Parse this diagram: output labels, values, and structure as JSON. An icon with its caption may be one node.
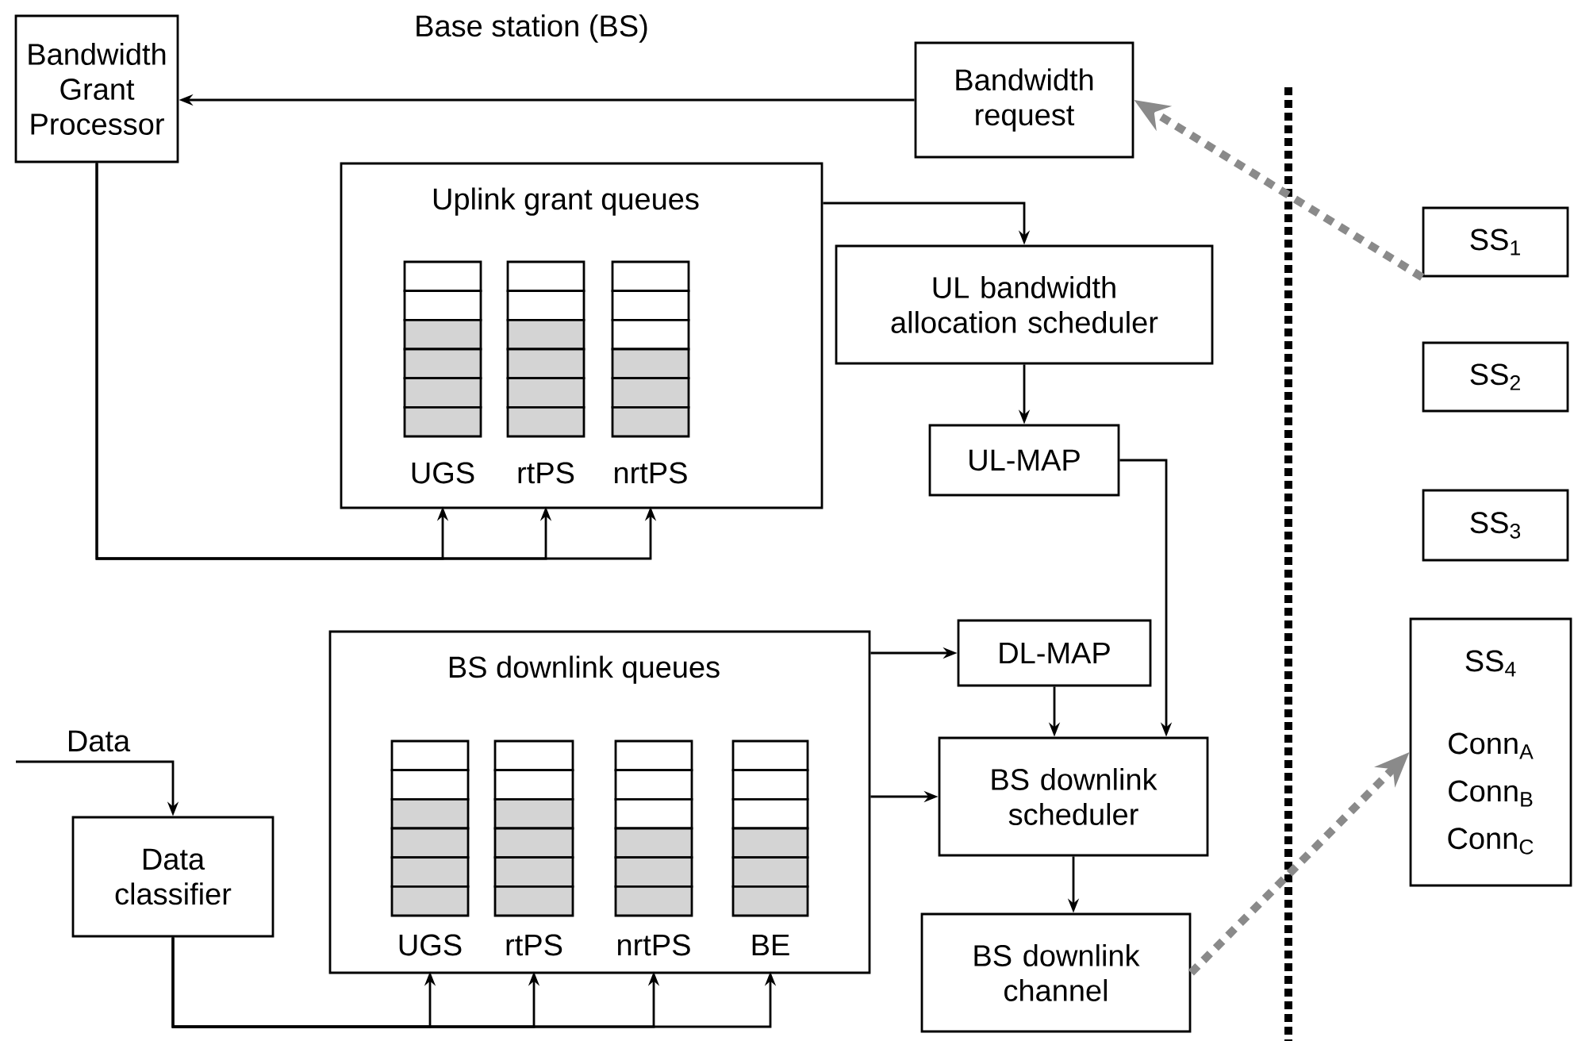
{
  "diagram": {
    "nodes": [
      {
        "text": [
          "Bandwidth Grant Processor"
        ]
      },
      {
        "text": [
          "Bandwidth request"
        ]
      },
      {
        "text": [
          "Uplink grant queues"
        ]
      },
      {
        "text": [
          "UGS"
        ],
        "in": 2
      },
      {
        "text": [
          "rtPS"
        ],
        "in": 2
      },
      {
        "text": [
          "nrtPS"
        ],
        "in": 2
      },
      {
        "text": [
          "UL bandwidth allocation scheduler"
        ]
      },
      {
        "text": [
          "UL-MAP"
        ]
      },
      {
        "text": [
          "BS downlink queues"
        ]
      },
      {
        "text": [
          "UGS"
        ],
        "in": 8
      },
      {
        "text": [
          "rtPS"
        ],
        "in": 8
      },
      {
        "text": [
          "nrtPS"
        ],
        "in": 8
      },
      {
        "text": [
          "BE"
        ],
        "in": 8
      },
      {
        "text": [
          "DL-MAP"
        ]
      },
      {
        "text": [
          "BS downlink scheduler"
        ]
      },
      {
        "text": [
          "Data classifier"
        ]
      },
      {
        "text": [
          "BS downlink channel"
        ]
      },
      {
        "text": [
          "SS$_{1}$"
        ]
      },
      {
        "text": [
          "SS$_{2}$"
        ]
      },
      {
        "text": [
          "SS$_{3}$"
        ]
      },
      {
        "text": [
          "SS$_{4}$",
          "Conn$_{A}$",
          "Conn$_{B}$",
          "Conn$_{C}$"
        ]
      }
    ],
    "edges": [
      {
        "from": 1,
        "to": 0,
        "arrow": "to"
      },
      {
        "from": 0,
        "to": 3,
        "arrow": "to"
      },
      {
        "from": 0,
        "to": 4,
        "arrow": "to"
      },
      {
        "from": 0,
        "to": 5,
        "arrow": "to"
      },
      {
        "from": 2,
        "to": 6,
        "arrow": "to"
      },
      {
        "from": 6,
        "to": 7,
        "arrow": "to"
      },
      {
        "from": 7,
        "to": 14,
        "arrow": "to"
      },
      {
        "from": 8,
        "to": 13,
        "arrow": "to"
      },
      {
        "from": 8,
        "to": 14,
        "arrow": "to"
      },
      {
        "from": 13,
        "to": 14,
        "arrow": "to"
      },
      {
        "from": 14,
        "to": 16,
        "arrow": "to"
      },
      {
        "from": null,
        "to": 15,
        "arrow": "to",
        "label": "Data"
      },
      {
        "from": 15,
        "to": 9,
        "arrow": "to"
      },
      {
        "from": 15,
        "to": 10,
        "arrow": "to"
      },
      {
        "from": 15,
        "to": 11,
        "arrow": "to"
      },
      {
        "from": 15,
        "to": 12,
        "arrow": "to"
      },
      {
        "from": 17,
        "to": 1,
        "arrow": "to",
        "style": "dashed",
        "color": "#8a8a8a"
      },
      {
        "from": 16,
        "to": 20,
        "arrow": "to",
        "style": "dashed",
        "color": "#8a8a8a"
      }
    ],
    "labels": [
      "Base station (BS)"
    ]
  }
}
